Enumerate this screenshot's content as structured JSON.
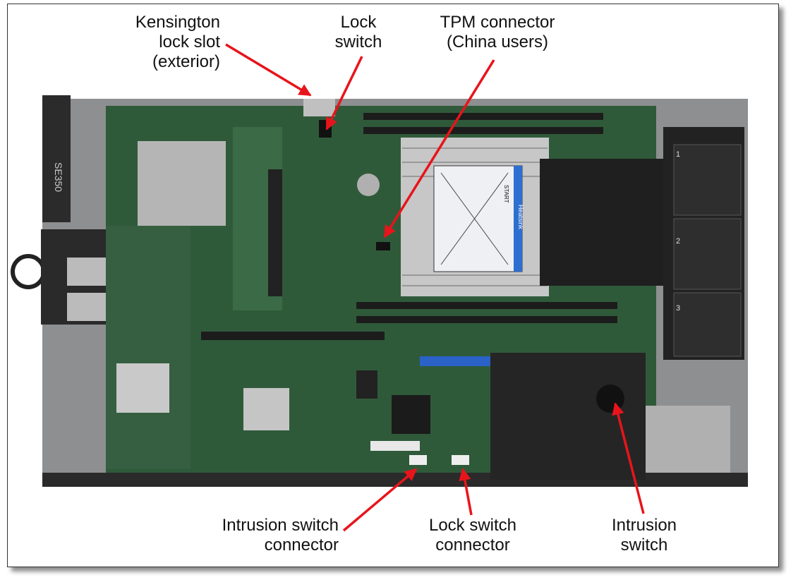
{
  "labels": {
    "kensington": [
      "Kensington",
      "lock slot",
      "(exterior)"
    ],
    "lock_switch": [
      "Lock",
      "switch"
    ],
    "tpm": [
      "TPM connector",
      "(China users)"
    ],
    "intrusion_connector": [
      "Intrusion switch",
      "connector"
    ],
    "lock_connector": [
      "Lock switch",
      "connector"
    ],
    "intrusion_switch": [
      "Intrusion",
      "switch"
    ]
  },
  "board_markings": {
    "model": "SE350",
    "heatsink": "Heatsink",
    "start": "START",
    "fan1": "1",
    "fan2": "2",
    "fan3": "3"
  },
  "colors": {
    "arrow": "#e8141b",
    "pcb": "#2f5a3a",
    "chassis": "#9a9a9a"
  }
}
